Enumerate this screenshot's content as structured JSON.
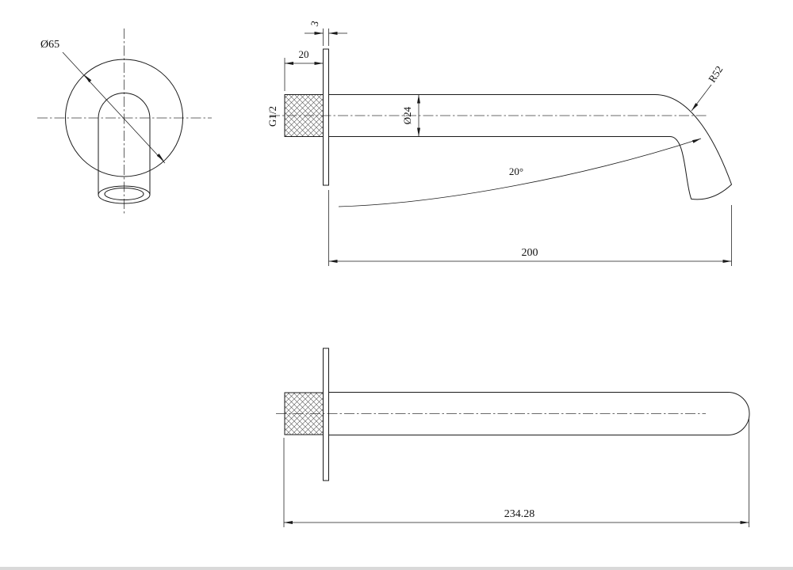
{
  "page": {
    "background": "#ffffff",
    "line_color": "#1a1a1a"
  },
  "front_view": {
    "outer_diameter_label": "Ø65"
  },
  "side_view": {
    "flange_thickness_label": "3",
    "thread_length_label": "20",
    "thread_spec_label": "G1/2",
    "spout_diameter_label": "Ø24",
    "bend_radius_label": "R52",
    "outlet_angle_label": "20°",
    "projection_length_label": "200"
  },
  "straight_view": {
    "overall_length_label": "234.28"
  }
}
